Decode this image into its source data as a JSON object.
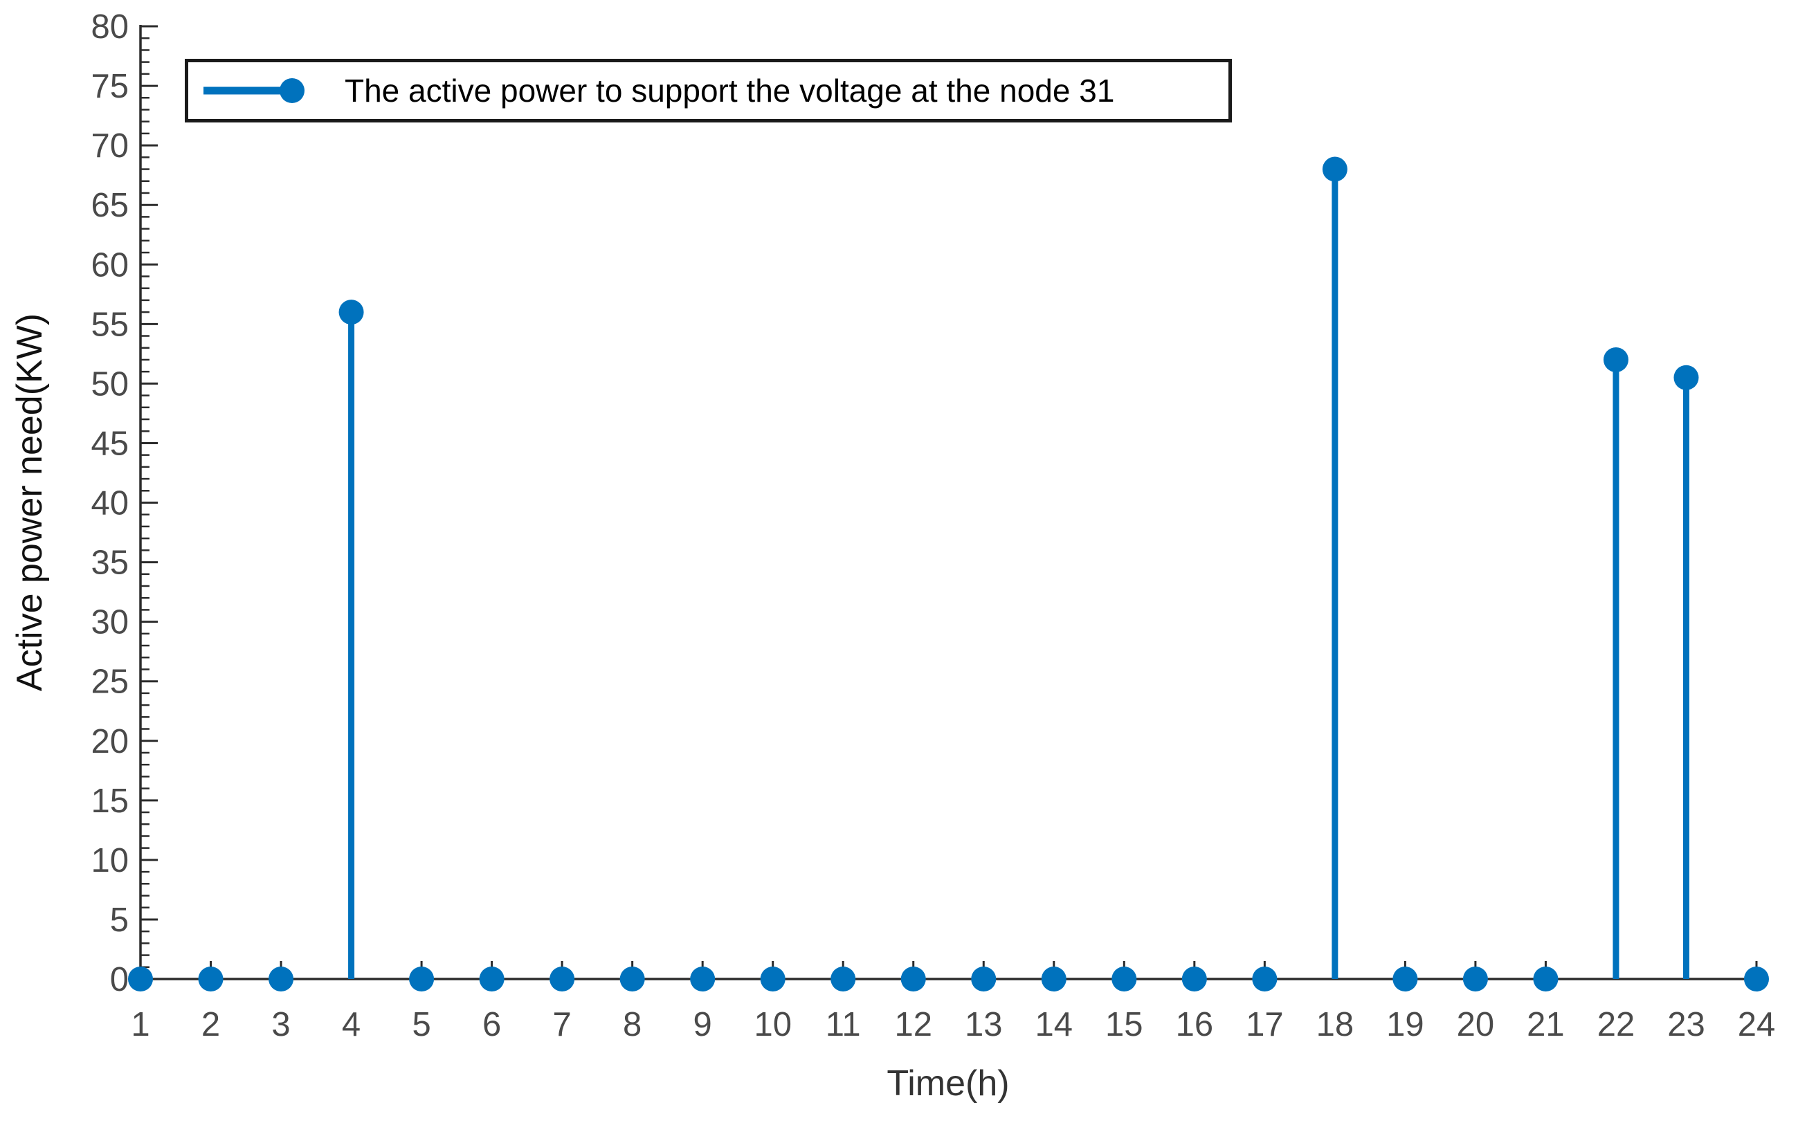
{
  "figure": {
    "background": "#ffffff"
  },
  "chart_data": {
    "type": "stem",
    "x": [
      1,
      2,
      3,
      4,
      5,
      6,
      7,
      8,
      9,
      10,
      11,
      12,
      13,
      14,
      15,
      16,
      17,
      18,
      19,
      20,
      21,
      22,
      23,
      24
    ],
    "values": [
      0,
      0,
      0,
      56,
      0,
      0,
      0,
      0,
      0,
      0,
      0,
      0,
      0,
      0,
      0,
      0,
      0,
      68,
      0,
      0,
      0,
      52,
      50.5,
      0
    ],
    "series_name": "The active power to support the voltage at the node 31",
    "title": "",
    "xlabel": "Time(h)",
    "ylabel": "Active power need(KW)",
    "xlim": [
      1,
      24
    ],
    "ylim": [
      0,
      80
    ],
    "ytick_step": 5,
    "yminor_step": 1,
    "grid": false,
    "legend_position": "top-left",
    "colors": {
      "stem": "#0072BD",
      "axis": "#2b2b2b",
      "tick_label": "#4a4a4a",
      "legend_border": "#1a1a1a",
      "legend_text": "#000000"
    }
  }
}
